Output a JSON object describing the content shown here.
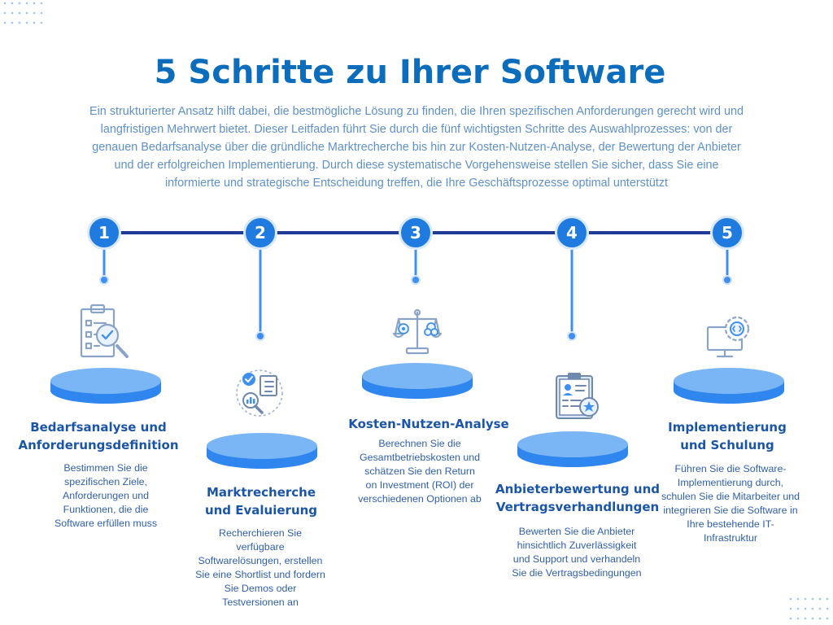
{
  "title": "5 Schritte zu Ihrer Software",
  "intro": "Ein strukturierter Ansatz hilft dabei, die bestmögliche Lösung zu finden, die Ihren spezifischen Anforderungen gerecht wird und langfristigen Mehrwert bietet. Dieser Leitfaden führt Sie durch die fünf wichtigsten Schritte des Auswahlprozesses: von der genauen Bedarfsanalyse über die gründliche Marktrecherche bis hin zur Kosten-Nutzen-Analyse, der Bewertung der Anbieter und der erfolgreichen Implementierung. Durch diese systematische Vorgehensweise stellen Sie sicher, dass Sie eine informierte und strategische Entscheidung treffen, die Ihre Geschäftsprozesse optimal unterstützt",
  "colors": {
    "title": "#0c6dbd",
    "accent": "#1f7be0",
    "line": "#1e3a94",
    "text": "#1b55a8",
    "intro": "#5e90c9"
  },
  "steps": [
    {
      "number": "1",
      "title": "Bedarfsanalyse und Anforderungsdefinition",
      "description": "Bestimmen Sie die spezifischen Ziele, Anforderungen und Funktionen, die die Software erfüllen muss",
      "icon": "checklist-search-icon"
    },
    {
      "number": "2",
      "title": "Marktrecherche und Evaluierung",
      "description": "Recherchieren Sie verfügbare Softwarelösungen, erstellen Sie eine Shortlist und fordern Sie Demos oder Testversionen an",
      "icon": "research-evaluation-icon"
    },
    {
      "number": "3",
      "title": "Kosten-Nutzen-Analyse",
      "description": "Berechnen Sie die Gesamtbetriebskosten und schätzen Sie den Return on Investment (ROI) der verschiedenen Optionen ab",
      "icon": "balance-scale-icon"
    },
    {
      "number": "4",
      "title": "Anbieterbewertung und Vertragsverhandlungen",
      "description": "Bewerten Sie die Anbieter hinsichtlich Zuverlässigkeit und Support und verhandeln Sie die Vertragsbedingungen",
      "icon": "clipboard-rating-icon"
    },
    {
      "number": "5",
      "title": "Implementierung und Schulung",
      "description": "Führen Sie die Software-Implementierung durch, schulen Sie die Mitarbeiter und integrieren Sie die Software in Ihre bestehende IT-Infrastruktur",
      "icon": "monitor-gear-icon"
    }
  ]
}
